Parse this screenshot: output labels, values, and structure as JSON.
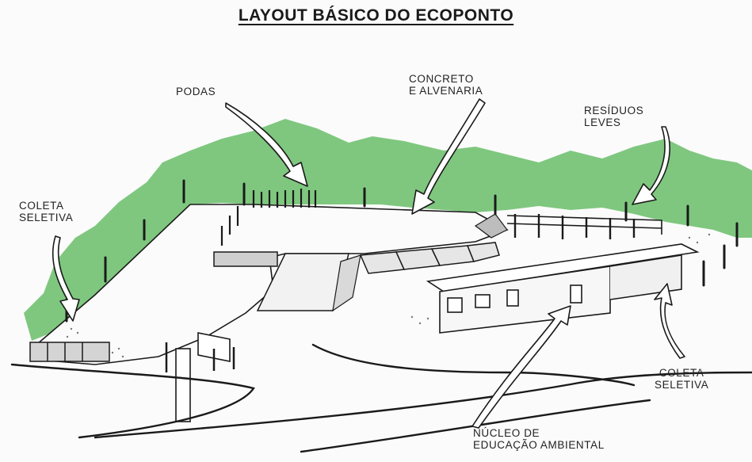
{
  "title": "LAYOUT BÁSICO DO ECOPONTO",
  "labels": {
    "podas": [
      "PODAS"
    ],
    "concreto": [
      "CONCRETO",
      "E ALVENARIA"
    ],
    "residuos": [
      "RESÍDUOS",
      "LEVES"
    ],
    "coleta_left": [
      "COLETA",
      "SELETIVA"
    ],
    "coleta_right": [
      "COLETA",
      "SELETIVA"
    ],
    "nucleo": [
      "NÚCLEO DE",
      "EDUCAÇÃO AMBIENTAL"
    ]
  },
  "colors": {
    "vegetation": "#7fc77f",
    "ink": "#1a1a1a",
    "paper": "#fbfbfb",
    "container_fill": "#cfcfcf"
  }
}
